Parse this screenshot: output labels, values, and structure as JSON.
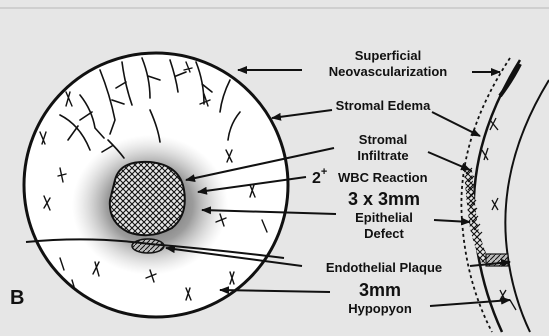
{
  "panel_letter": "B",
  "labels": {
    "superficial_neovascularization": [
      "Superficial",
      "Neovascularization"
    ],
    "stromal_edema": "Stromal Edema",
    "stromal_infiltrate": [
      "Stromal",
      "Infiltrate"
    ],
    "wbc_reaction": {
      "grade": "2",
      "superscript": "+",
      "text": "WBC Reaction"
    },
    "infiltrate_size": "3 x 3mm",
    "epithelial_defect": [
      "Epithelial",
      "Defect"
    ],
    "endothelial_plaque": "Endothelial Plaque",
    "hypopyon": {
      "size": "3mm",
      "text": "Hypopyon"
    }
  },
  "colors": {
    "background": "#e6e6e6",
    "cornea_fill": "#ffffff",
    "ink": "#111111",
    "infiltrate_halo": "#6a6a6a"
  }
}
